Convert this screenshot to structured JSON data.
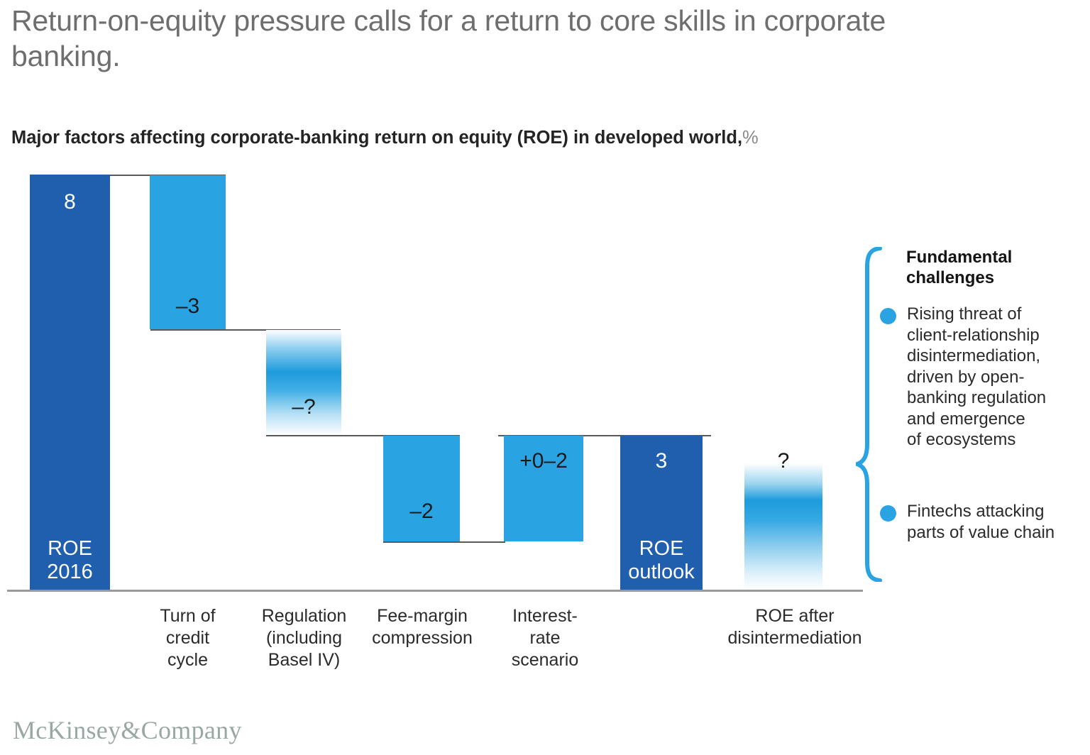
{
  "headline": "Return-on-equity pressure calls for a return to core skills in corporate banking.",
  "subtitle": {
    "text": "Major factors affecting corporate-banking return on equity (ROE) in developed world,",
    "unit": "%"
  },
  "colors": {
    "dark_blue": "#1f5fad",
    "light_blue": "#2aa3e2",
    "headline_gray": "#6e6e6e",
    "text_dark": "#2b2b2b",
    "baseline_gray": "#9a9a9a",
    "logo_gray": "#9aa8a3"
  },
  "chart_data": {
    "type": "bar",
    "title": "Major factors affecting corporate-banking return on equity (ROE) in developed world, %",
    "xlabel": "",
    "ylabel": "%",
    "ylim": [
      0,
      8
    ],
    "grid": false,
    "legend_position": "right",
    "categories": [
      "ROE 2016",
      "Turn of credit cycle",
      "Regulation (including Basel IV)",
      "Fee-margin compression",
      "Interest-rate scenario",
      "ROE outlook",
      "ROE after disintermediation"
    ],
    "bars": [
      {
        "category": "ROE 2016",
        "x_label": "",
        "value_label": "8",
        "value": 8,
        "kind": "total",
        "style": "solid-dark",
        "start": 0,
        "end": 8,
        "caption": "ROE\n2016"
      },
      {
        "category": "Turn of credit cycle",
        "x_label": "Turn of\ncredit\ncycle",
        "value_label": "–3",
        "value": -3,
        "kind": "delta",
        "style": "solid-light",
        "start": 8,
        "end": 5,
        "caption": ""
      },
      {
        "category": "Regulation (including Basel IV)",
        "x_label": "Regulation\n(including\nBasel IV)",
        "value_label": "–?",
        "value": null,
        "kind": "delta",
        "style": "gradient-light",
        "start": 5,
        "end": 3.7,
        "caption": ""
      },
      {
        "category": "Fee-margin compression",
        "x_label": "Fee-margin\ncompression",
        "value_label": "–2",
        "value": -2,
        "kind": "delta",
        "style": "solid-light",
        "start": 3.7,
        "end": 1.7,
        "caption": ""
      },
      {
        "category": "Interest-rate scenario",
        "x_label": "Interest-\nrate\nscenario",
        "value_label": "+0–2",
        "value": 1,
        "kind": "delta",
        "style": "solid-light",
        "start": 1.7,
        "end": 3.7,
        "caption": ""
      },
      {
        "category": "ROE outlook",
        "x_label": "",
        "value_label": "3",
        "value": 3,
        "kind": "total",
        "style": "solid-dark",
        "start": 0,
        "end": 3.7,
        "caption": "ROE\noutlook"
      },
      {
        "category": "ROE after disintermediation",
        "x_label": "ROE after\ndisintermediation",
        "value_label": "?",
        "value": null,
        "kind": "total",
        "style": "gradient-light",
        "start": 0,
        "end": 2.4,
        "caption": ""
      }
    ],
    "annotations": {
      "brace_label": "Fundamental\nchallenges",
      "bullets": [
        "Rising threat of\nclient-relationship\ndisintermediation,\ndriven by open-\nbanking regulation\nand emergence\n of ecosystems",
        "Fintechs attacking\nparts of value chain"
      ]
    }
  },
  "footer": {
    "logo": "McKinsey&Company"
  }
}
